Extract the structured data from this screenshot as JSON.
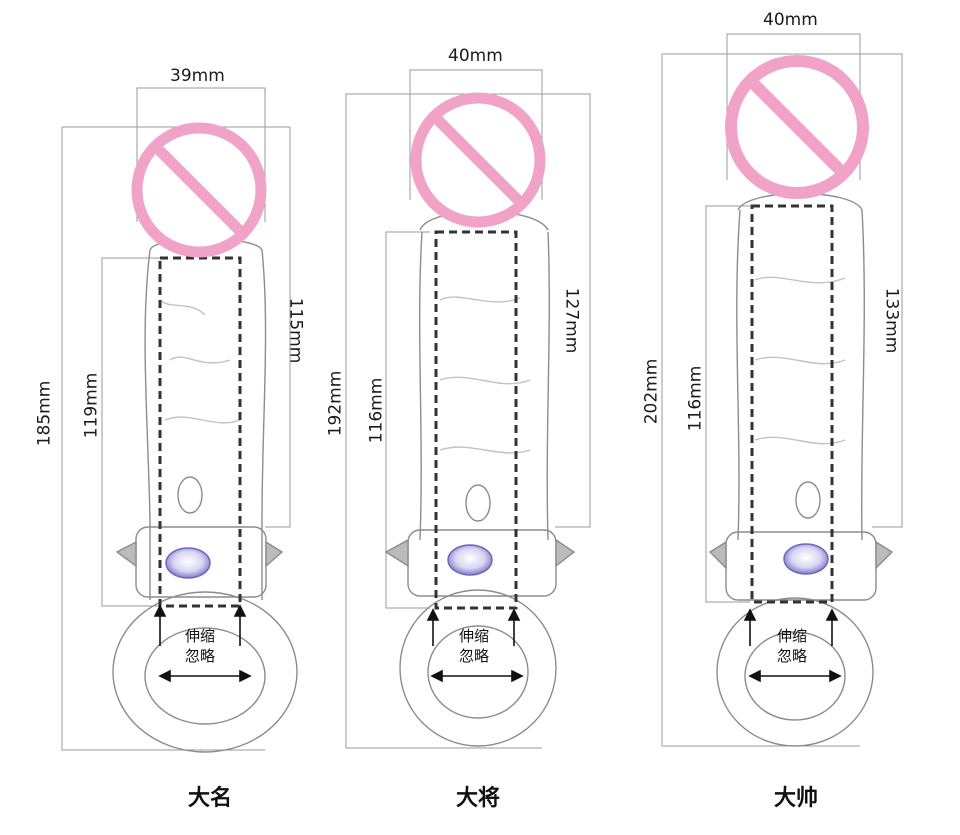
{
  "products": [
    {
      "name": "大名",
      "width_label": "39mm",
      "total_length_label": "185mm",
      "inner_length_label": "119mm",
      "shaft_length_label": "115mm",
      "note_line1": "伸缩",
      "note_line2": "忽略"
    },
    {
      "name": "大将",
      "width_label": "40mm",
      "total_length_label": "192mm",
      "inner_length_label": "116mm",
      "shaft_length_label": "127mm",
      "note_line1": "伸缩",
      "note_line2": "忽略"
    },
    {
      "name": "大帅",
      "width_label": "40mm",
      "total_length_label": "202mm",
      "inner_length_label": "116mm",
      "shaft_length_label": "133mm",
      "note_line1": "伸缩",
      "note_line2": "忽略"
    }
  ],
  "colors": {
    "censor_pink": "#f0a3c6",
    "outline": "#888888",
    "dash": "#333333",
    "button": "#7a74c9"
  }
}
